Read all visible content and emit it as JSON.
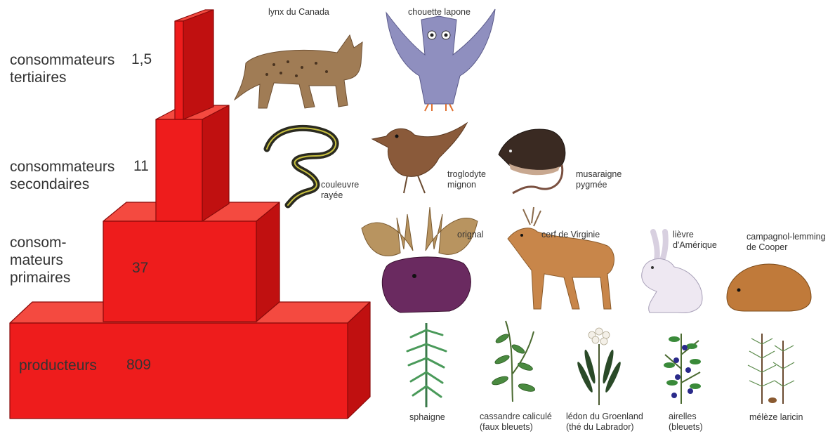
{
  "levels": [
    {
      "label_lines": [
        "consommateurs",
        "tertiaires"
      ],
      "value": "1,5"
    },
    {
      "label_lines": [
        "consommateurs",
        "secondaires"
      ],
      "value": "11"
    },
    {
      "label_lines": [
        "consom-",
        "mateurs",
        "primaires"
      ],
      "value": "37"
    },
    {
      "label_lines": [
        "producteurs"
      ],
      "value": "809"
    }
  ],
  "organisms": {
    "tertiary": [
      {
        "lines": [
          "lynx du Canada"
        ]
      },
      {
        "lines": [
          "chouette lapone"
        ]
      }
    ],
    "secondary": [
      {
        "lines": [
          "couleuvre",
          "rayée"
        ]
      },
      {
        "lines": [
          "troglodyte",
          "mignon"
        ]
      },
      {
        "lines": [
          "musaraigne",
          "pygmée"
        ]
      }
    ],
    "primary": [
      {
        "lines": [
          "orignal"
        ]
      },
      {
        "lines": [
          "cerf de Virginie"
        ]
      },
      {
        "lines": [
          "lièvre",
          "d'Amérique"
        ]
      },
      {
        "lines": [
          "campagnol-lemming",
          "de Cooper"
        ]
      }
    ],
    "producers": [
      {
        "lines": [
          "sphaigne"
        ]
      },
      {
        "lines": [
          "cassandre caliculé",
          "(faux bleuets)"
        ]
      },
      {
        "lines": [
          "lédon du Groenland",
          "(thé du Labrador)"
        ]
      },
      {
        "lines": [
          "airelles",
          "(bleuets)"
        ]
      },
      {
        "lines": [
          "mélèze laricin"
        ]
      }
    ]
  },
  "colors": {
    "block_front": "#ee1c1c",
    "block_top": "#f44a40",
    "block_side": "#c01010",
    "block_edge": "#8a0a0a"
  }
}
